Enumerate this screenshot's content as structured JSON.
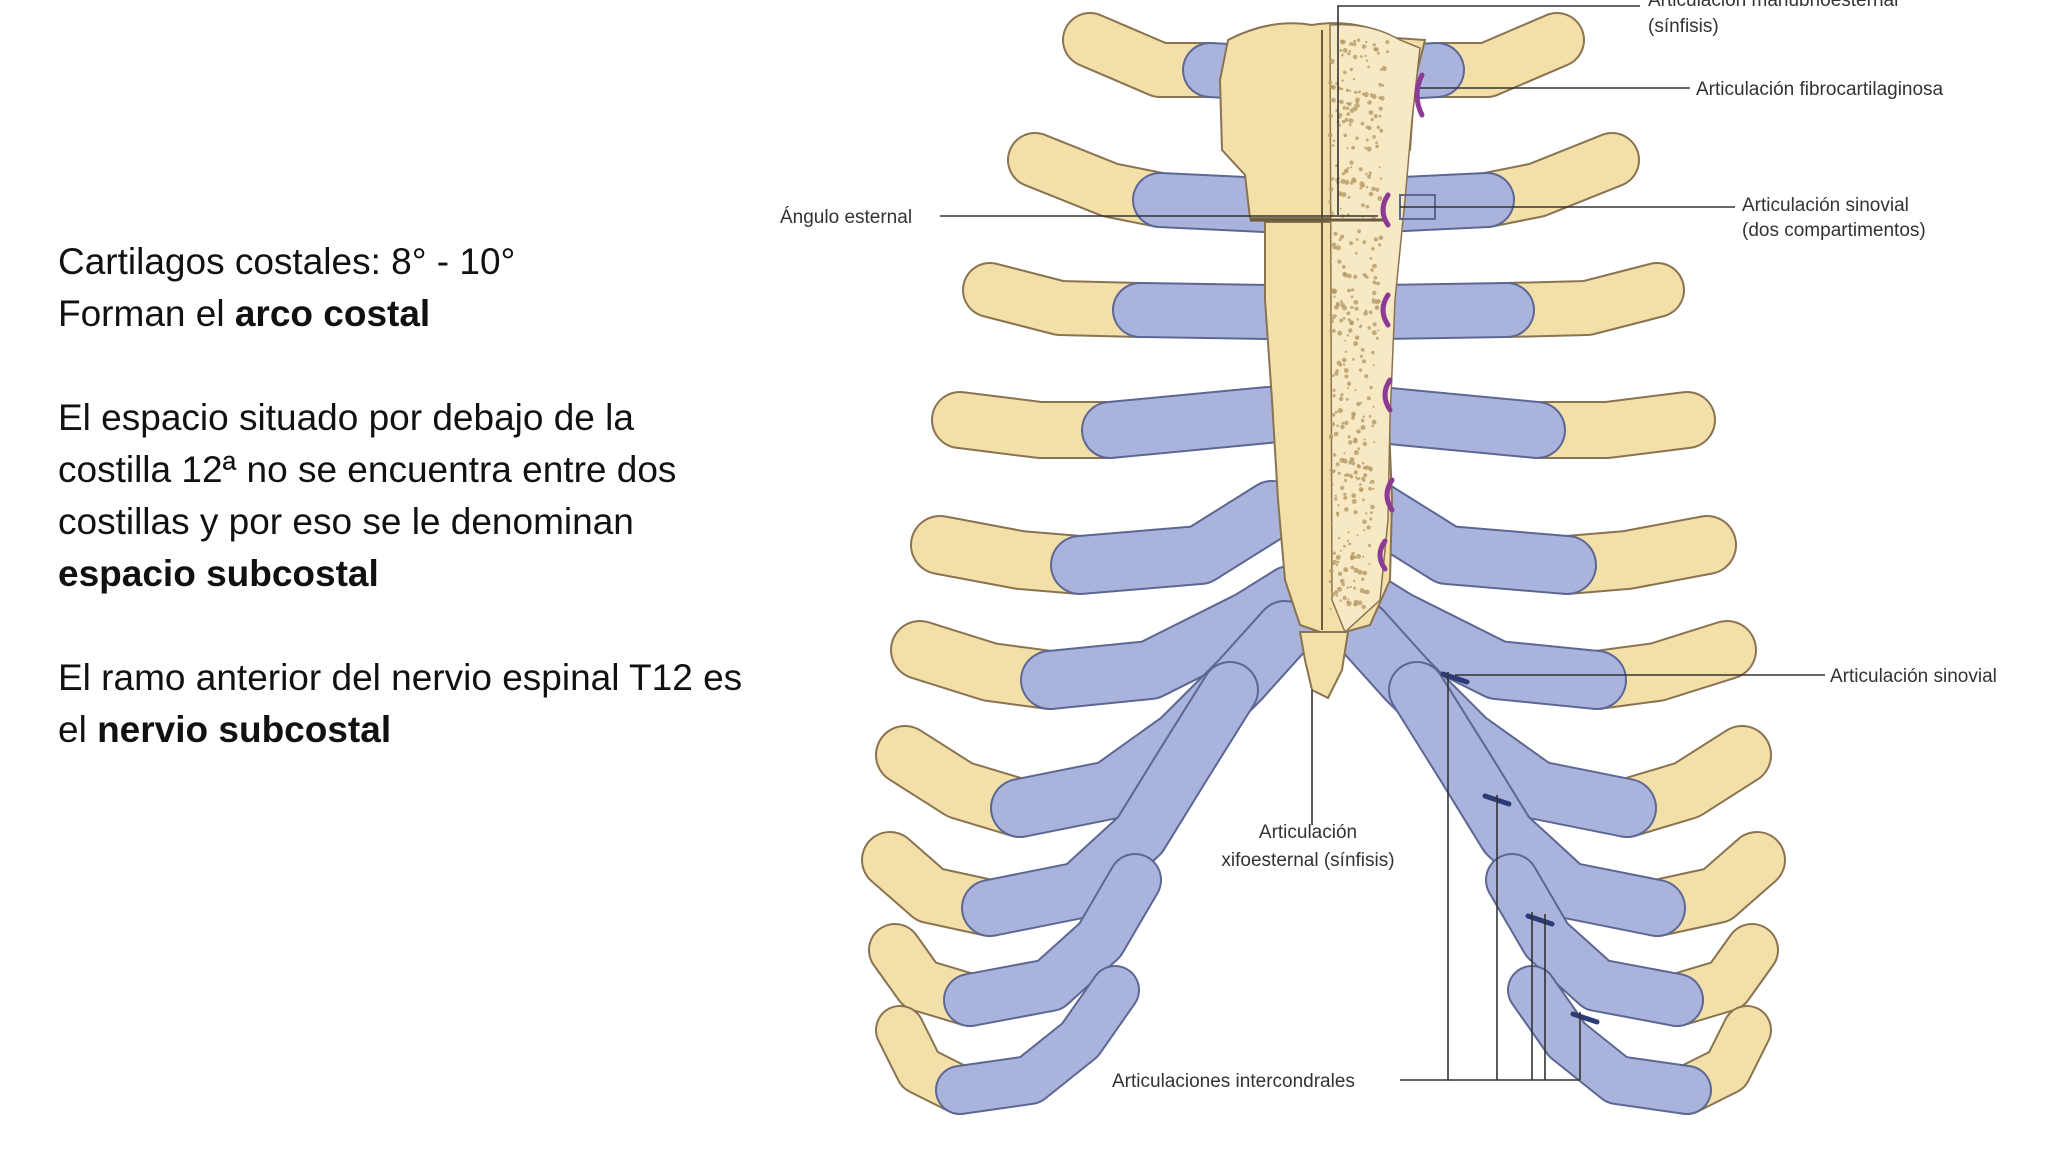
{
  "slide_text": {
    "p1_line1": "Cartilagos costales: 8° - 10°",
    "p1_line2_a": "Forman el ",
    "p1_line2_b": "arco costal",
    "p2_line1": "El espacio situado por debajo de la",
    "p2_line2": "costilla 12ª no se encuentra entre dos",
    "p2_line3": "costillas y por eso se le denominan",
    "p2_line4": "espacio subcostal",
    "p3_line1": "El ramo anterior del nervio espinal T12 es",
    "p3_line2_a": "el ",
    "p3_line2_b": "nervio subcostal"
  },
  "diagram_labels": {
    "manubrio_1": "Articulación manubrioesternal",
    "manubrio_2": "(sínfisis)",
    "fibro": "Articulación fibrocartilaginosa",
    "angulo": "Ángulo esternal",
    "sinovial2_1": "Articulación sinovial",
    "sinovial2_2": "(dos compartimentos)",
    "sinovial": "Articulación sinovial",
    "xifo_1": "Articulación",
    "xifo_2": "xifoesternal (sínfisis)",
    "intercondrales": "Articulaciones intercondrales"
  },
  "colors": {
    "bone": "#f3dfa8",
    "bone_stroke": "#8a7350",
    "cartilage": "#a9b3dc",
    "cartilage_stroke": "#5d6793",
    "joint": "#8b3a96",
    "leader": "#333333"
  }
}
